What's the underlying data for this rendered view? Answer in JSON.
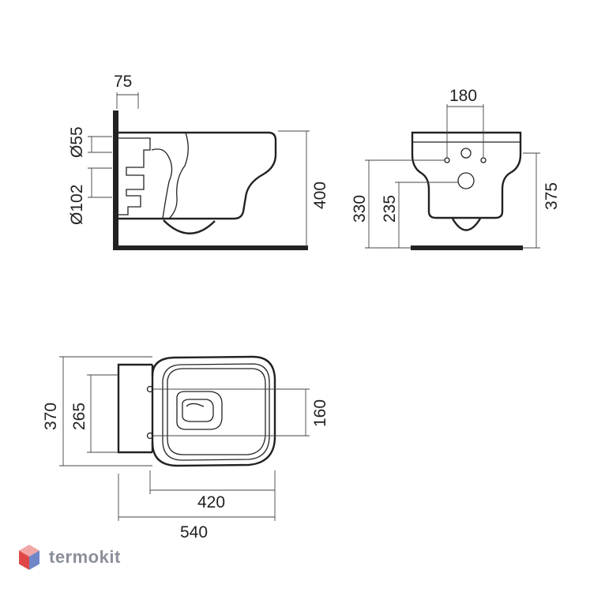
{
  "side_view": {
    "dims": {
      "offset": "75",
      "pipe_small": "Ø55",
      "pipe_large": "Ø102",
      "height": "400"
    }
  },
  "front_view": {
    "dims": {
      "bolt_spacing": "180",
      "bolt_height": "330",
      "inlet_height": "235",
      "total_height": "375"
    }
  },
  "top_view": {
    "dims": {
      "width": "370",
      "frame_width": "265",
      "hole_spacing": "160",
      "seat_length": "420",
      "total_length": "540"
    }
  },
  "brand": {
    "name": "termokit",
    "colors": {
      "logo_top": "#f2a7a7",
      "logo_left": "#e04848",
      "logo_right": "#6f87c9"
    }
  }
}
